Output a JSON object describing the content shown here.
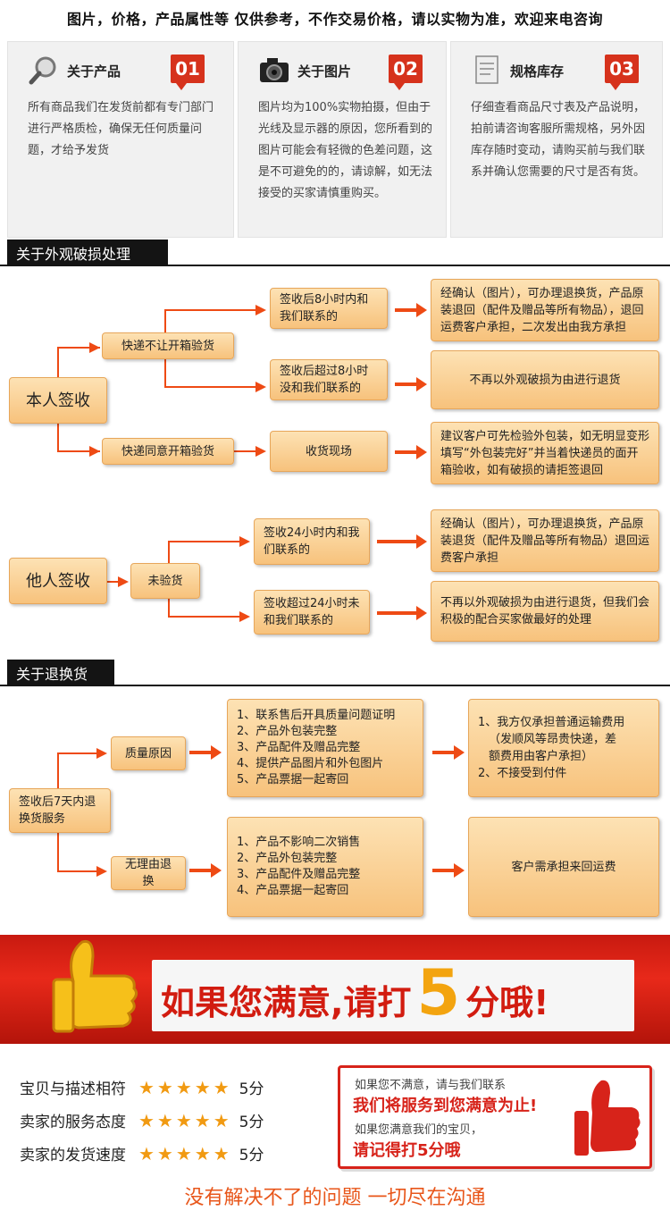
{
  "header": {
    "notice": "图片，价格，产品属性等 仅供参考，不作交易价格，请以实物为准，欢迎来电咨询"
  },
  "cards": [
    {
      "title": "关于产品",
      "number": "01",
      "icon": "magnifier-icon",
      "text": "所有商品我们在发货前都有专门部门进行严格质检，确保无任何质量问题，才给予发货"
    },
    {
      "title": "关于图片",
      "number": "02",
      "icon": "camera-icon",
      "text": "图片均为100%实物拍摄，但由于光线及显示器的原因，您所看到的图片可能会有轻微的色差问题，这是不可避免的的，请谅解，如无法接受的买家请慎重购买。"
    },
    {
      "title": "规格库存",
      "number": "03",
      "icon": "clipboard-icon",
      "text": "仔细查看商品尺寸表及产品说明，拍前请咨询客服所需规格，另外因库存随时变动，请购买前与我们联系并确认您需要的尺寸是否有货。"
    }
  ],
  "section1": {
    "title": "关于外观破损处理",
    "self_sign": "本人签收",
    "no_inspect": "快递不让开箱验货",
    "within8": "签收后8小时内和我们联系的",
    "over8": "签收后超过8小时没和我们联系的",
    "result_return": "经确认（图片），可办理退换货，产品原装退回（配件及赠品等所有物品），退回运费客户承担，二次发出由我方承担",
    "result_no_return": "不再以外观破损为由进行退货",
    "allow_inspect": "快递同意开箱验货",
    "on_site": "收货现场",
    "on_site_result": "建议客户可先检验外包装，如无明显变形填写“外包装完好”并当着快递员的面开箱验收，如有破损的请拒签退回",
    "other_sign": "他人签收",
    "not_inspected": "未验货",
    "within24": "签收24小时内和我们联系的",
    "over24": "签收超过24小时未和我们联系的",
    "result24_return": "经确认（图片），可办理退换货，产品原装退货（配件及赠品等所有物品）退回运费客户承担",
    "result24_no": "不再以外观破损为由进行退货，但我们会积极的配合买家做最好的处理"
  },
  "section2": {
    "title": "关于退换货",
    "root": "签收后7天内退换货服务",
    "quality": "质量原因",
    "quality_items": [
      "1、联系售后开具质量问题证明",
      "2、产品外包装完整",
      "3、产品配件及赠品完整",
      "4、提供产品图片和外包图片",
      "5、产品票据一起寄回"
    ],
    "quality_result": [
      "1、我方仅承担普通运输费用",
      "（发顺风等昂贵快递，差",
      "额费用由客户承担）",
      "2、不接受到付件"
    ],
    "no_reason": "无理由退换",
    "no_reason_items": [
      "1、产品不影响二次销售",
      "2、产品外包装完整",
      "3、产品配件及赠品完整",
      "4、产品票据一起寄回"
    ],
    "no_reason_result": "客户需承担来回运费"
  },
  "banner": {
    "part1": "如果您满意,请打",
    "five": "5",
    "part2": "分哦!"
  },
  "ratings": [
    {
      "label": "宝贝与描述相符",
      "stars": "★★★★★",
      "score": "5分"
    },
    {
      "label": "卖家的服务态度",
      "stars": "★★★★★",
      "score": "5分"
    },
    {
      "label": "卖家的发货速度",
      "stars": "★★★★★",
      "score": "5分"
    }
  ],
  "promo": {
    "line1": "如果您不满意，请与我们联系",
    "line2": "我们将服务到您满意为止!",
    "line3": "如果您满意我们的宝贝，",
    "line4": "请记得打5分哦"
  },
  "footer": {
    "text": "没有解决不了的问题 一切尽在沟通"
  },
  "colors": {
    "accent": "#ee4a14",
    "badge": "#d6321c",
    "box": "#f7c27c",
    "banner": "#d21c10",
    "star": "#f19a12"
  }
}
